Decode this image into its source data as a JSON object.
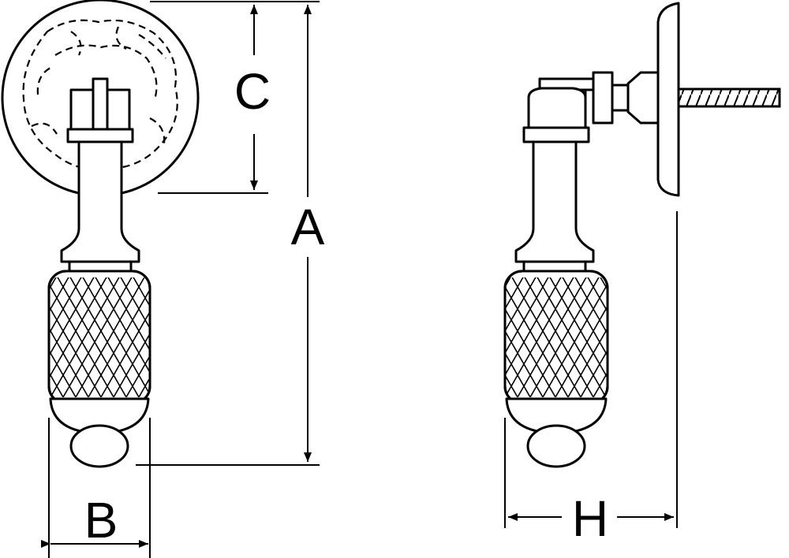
{
  "labels": {
    "a": "A",
    "b": "B",
    "c": "C",
    "h": "H"
  }
}
